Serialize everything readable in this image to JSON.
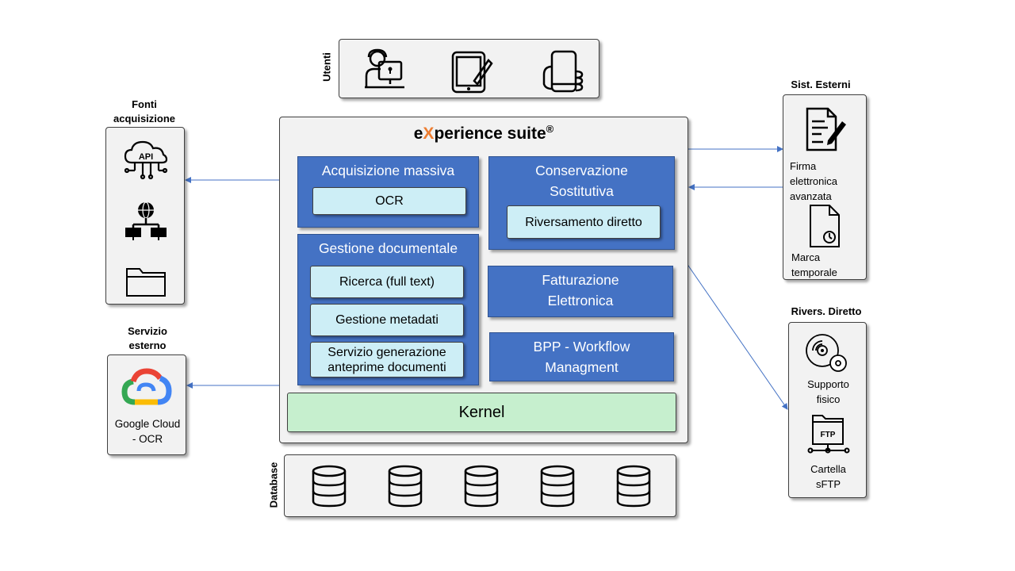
{
  "users": {
    "label": "Utenti"
  },
  "main": {
    "title_prefix": "e",
    "title_x": "X",
    "title_rest": "perience suite",
    "title_reg": "®",
    "acquisizione": {
      "title": "Acquisizione massiva",
      "items": [
        "OCR"
      ]
    },
    "conservazione": {
      "title_line1": "Conservazione",
      "title_line2": "Sostitutiva",
      "items": [
        "Riversamento diretto"
      ]
    },
    "gestione": {
      "title": "Gestione documentale",
      "items": [
        "Ricerca (full text)",
        "Gestione metadati",
        "Servizio generazione",
        "anteprime documenti"
      ]
    },
    "fatturazione": {
      "line1": "Fatturazione",
      "line2": "Elettronica"
    },
    "bpp": {
      "line1": "BPP - Workflow",
      "line2": "Managment"
    },
    "kernel": "Kernel"
  },
  "fonti": {
    "label_line1": "Fonti",
    "label_line2": "acquisizione"
  },
  "servizio": {
    "label_line1": "Servizio",
    "label_line2": "esterno",
    "name_line1": "Google Cloud",
    "name_line2": "- OCR"
  },
  "sist_esterni": {
    "label": "Sist. Esterni",
    "firma_line1": "Firma",
    "firma_line2": "elettronica",
    "firma_line3": "avanzata",
    "marca_line1": "Marca",
    "marca_line2": "temporale"
  },
  "rivers": {
    "label": "Rivers. Diretto",
    "supporto_line1": "Supporto",
    "supporto_line2": "fisico",
    "cartella_line1": "Cartella",
    "cartella_line2": "sFTP",
    "ftp_text": "FTP"
  },
  "database": {
    "label": "Database"
  },
  "colors": {
    "module_blue": "#4472c4",
    "sub_cyan": "#cdeef6",
    "kernel_green": "#c6efce",
    "accent_orange": "#ed7d31",
    "arrow": "#4472c4"
  }
}
